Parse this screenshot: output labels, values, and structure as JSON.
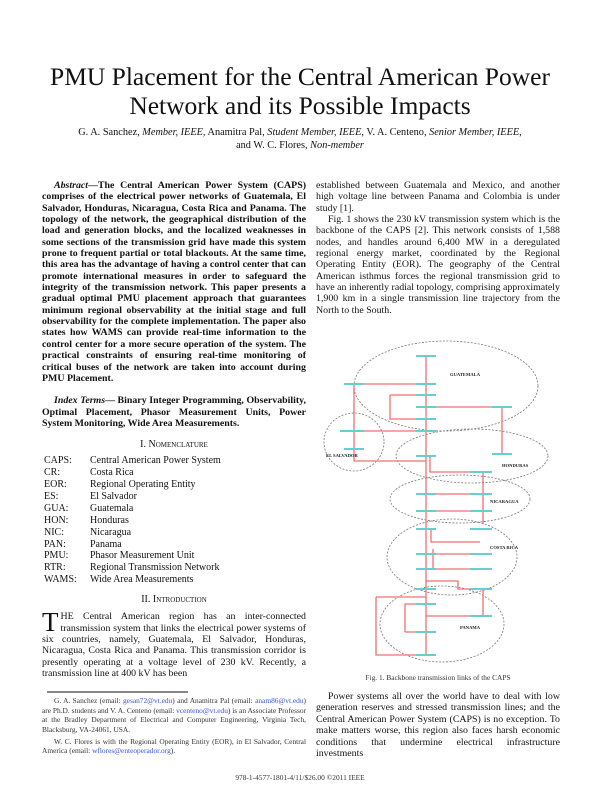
{
  "title": "PMU Placement for the Central American Power Network and its Possible Impacts",
  "authors": [
    {
      "name": "G. A. Sanchez",
      "role": "Member, IEEE"
    },
    {
      "name": "Anamitra Pal",
      "role": "Student Member, IEEE"
    },
    {
      "name": "V. A. Centeno",
      "role": "Senior Member, IEEE"
    },
    {
      "name": "W. C. Flores",
      "role": "Non-member"
    }
  ],
  "author_and": "and",
  "abstract": {
    "label": "Abstract",
    "text": "—The Central American Power System (CAPS) comprises of the electrical power networks of Guatemala, El Salvador, Honduras, Nicaragua, Costa Rica and Panama. The topology of the network, the geographical distribution of the load and generation blocks, and the localized weaknesses in some sections of the transmission grid have made this system prone to frequent partial or total blackouts. At the same time, this area has the advantage of having a control center that can promote international measures in order to safeguard the integrity of the transmission network. This paper presents a gradual optimal PMU placement approach that guarantees minimum regional observability at the initial stage and full observability for the complete implementation. The paper also states how WAMS can provide real-time information to the control center for a more secure operation of the system. The practical constraints of ensuring real-time monitoring of critical buses of the network are taken into account during PMU Placement."
  },
  "index_terms": {
    "label": "Index Terms",
    "text": "— Binary Integer Programming, Observability, Optimal Placement, Phasor Measurement Units, Power System Monitoring, Wide Area Measurements."
  },
  "nomenclature": {
    "heading_num": "I.",
    "heading": "Nomenclature",
    "entries": [
      {
        "abbr": "CAPS:",
        "def": "Central American Power System"
      },
      {
        "abbr": "CR:",
        "def": "Costa Rica"
      },
      {
        "abbr": "EOR:",
        "def": "Regional Operating Entity"
      },
      {
        "abbr": "ES:",
        "def": "El Salvador"
      },
      {
        "abbr": "GUA:",
        "def": "Guatemala"
      },
      {
        "abbr": "HON:",
        "def": "Honduras"
      },
      {
        "abbr": "NIC:",
        "def": "Nicaragua"
      },
      {
        "abbr": "PAN:",
        "def": "Panama"
      },
      {
        "abbr": "PMU:",
        "def": "Phasor Measurement Unit"
      },
      {
        "abbr": "RTR:",
        "def": "Regional Transmission Network"
      },
      {
        "abbr": "WAMS:",
        "def": "Wide Area Measurements"
      }
    ]
  },
  "introduction": {
    "heading_num": "II.",
    "heading": "Introduction",
    "dropcap": "T",
    "p1": "HE Central American region has an inter-connected transmission system that links the electrical power systems of six countries, namely, Guatemala, El Salvador, Honduras, Nicaragua, Costa Rica and Panama. This transmission corridor is presently operating at a voltage level of 230 kV. Recently, a transmission line at 400 kV has been",
    "p1_cont": "established between Guatemala and Mexico, and another high voltage line between Panama and Colombia is under study [1].",
    "p2": "Fig. 1 shows the 230 kV transmission system which is the backbone of the CAPS [2]. This network consists of 1,588 nodes, and handles around 6,400 MW in a deregulated regional energy market, coordinated by the Regional Operating Entity (EOR). The geography of the Central American isthmus forces the regional transmission grid to have an inherently radial topology, comprising approximately 1,900 km in a single transmission line trajectory from the North to the South.",
    "p3": "Power systems all over the world have to deal with low generation reserves and stressed transmission lines; and the Central American Power System (CAPS) is no exception. To make matters worse, this region also faces harsh economic conditions that undermine electrical infrastructure investments"
  },
  "figure": {
    "caption": "Fig. 1.  Backbone transmission links of the CAPS",
    "regions": [
      "GUATEMALA",
      "EL SALVADOR",
      "HONDURAS",
      "NICARAGUA",
      "COSTA RICA",
      "PANAMA"
    ],
    "line_color": "#f07070",
    "bus_color": "#66d0d0"
  },
  "footnotes": {
    "f1_a": "G. A. Sanchez (email: ",
    "f1_email1": "gesan72@vt.edu",
    "f1_b": ") and Anamitra Pal (email: ",
    "f1_email2": "anam86@vt.edu",
    "f1_c": ") are Ph.D. students and V. A. Centeno (email: ",
    "f1_email3": "vcenteno@vt.edu",
    "f1_d": ") is an Associate Professor at the Bradley Department of Electrical and Computer Engineering, Virginia Tech, Blacksburg, VA-24061, USA.",
    "f2_a": "W. C. Flores is with the Regional Operating Entity (EOR), in El Salvador, Central America (email: ",
    "f2_email": "wflores@enteoperador.org",
    "f2_b": ")."
  },
  "footer": "978-1-4577-1801-4/11/$26.00 ©2011 IEEE"
}
